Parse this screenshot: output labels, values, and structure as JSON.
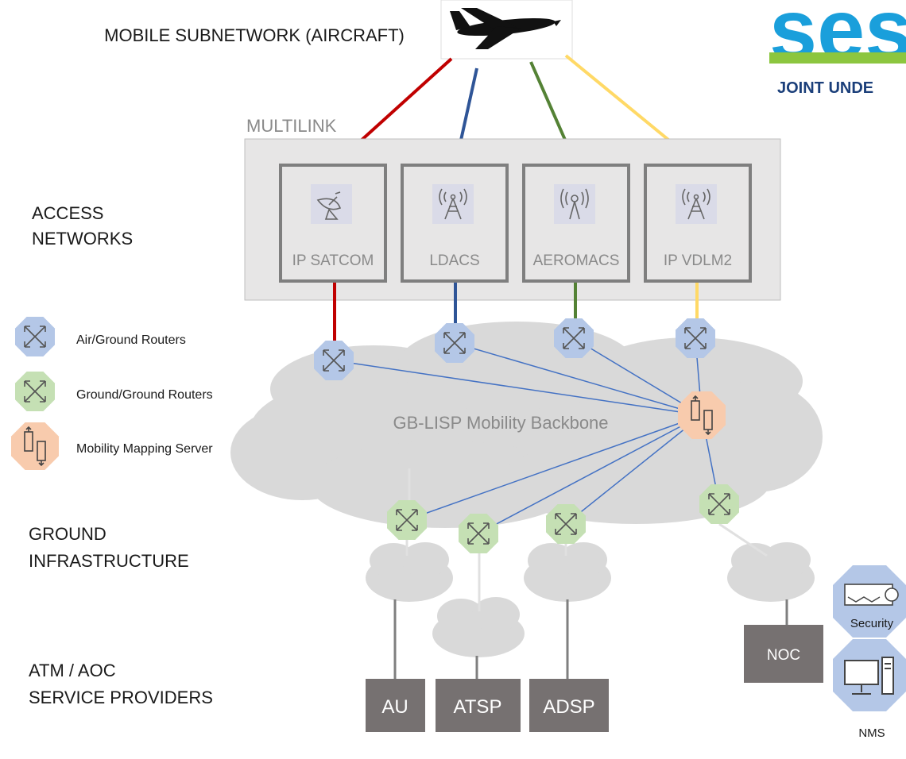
{
  "header": {
    "aircraft_label": "MOBILE SUBNETWORK (AIRCRAFT)",
    "logo_text": "ses",
    "logo_subtext": "JOINT UNDE"
  },
  "multilink": {
    "title": "MULTILINK",
    "networks": [
      {
        "label": "IP SATCOM",
        "icon": "satellite-dish-icon",
        "color": "#c00000"
      },
      {
        "label": "LDACS",
        "icon": "radio-tower-icon",
        "color": "#2f5597"
      },
      {
        "label": "AEROMACS",
        "icon": "antenna-icon",
        "color": "#548235"
      },
      {
        "label": "IP VDLM2",
        "icon": "radio-tower-icon",
        "color": "#ffd966"
      }
    ]
  },
  "sections": {
    "access_networks": [
      "ACCESS",
      "NETWORKS"
    ],
    "ground_infrastructure": [
      "GROUND",
      "INFRASTRUCTURE"
    ],
    "service_providers": [
      "ATM / AOC",
      "SERVICE PROVIDERS"
    ]
  },
  "legend": [
    {
      "label": "Air/Ground Routers",
      "icon": "router-icon",
      "color": "#b4c7e7"
    },
    {
      "label": "Ground/Ground Routers",
      "icon": "router-icon",
      "color": "#c5e0b4"
    },
    {
      "label": "Mobility Mapping Server",
      "icon": "mapping-server-icon",
      "color": "#f8cbad"
    }
  ],
  "backbone_label": "GB-LISP Mobility Backbone",
  "providers": [
    "AU",
    "ATSP",
    "ADSP"
  ],
  "noc_label": "NOC",
  "side_icons": [
    {
      "label": "Security",
      "icon": "key-icon"
    },
    {
      "label": "NMS",
      "icon": "computer-icon"
    }
  ]
}
